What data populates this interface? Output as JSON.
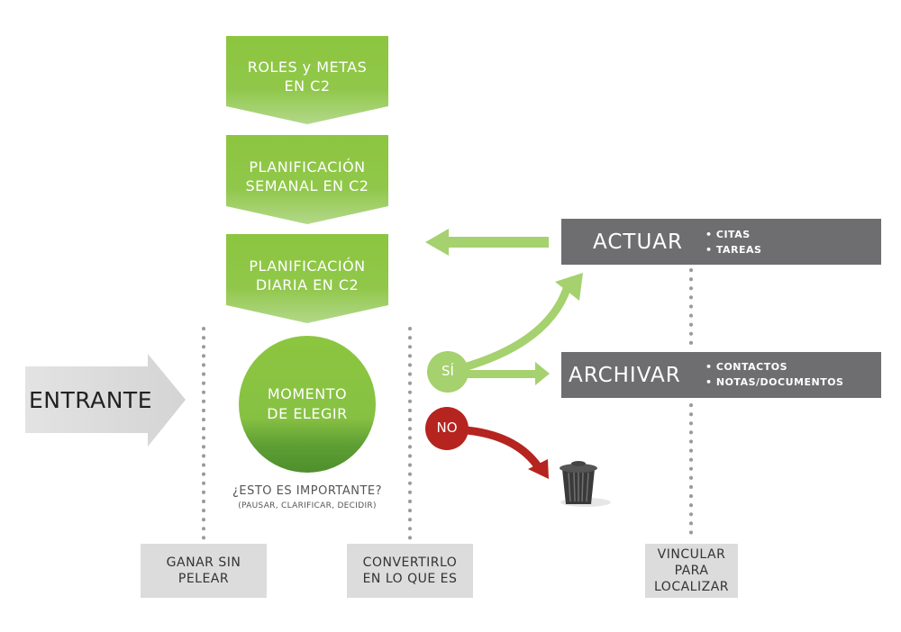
{
  "steps": [
    {
      "line1": "ROLES y METAS",
      "line2": "EN C2"
    },
    {
      "line1": "PLANIFICACIÓN",
      "line2": "SEMANAL EN C2"
    },
    {
      "line1": "PLANIFICACIÓN",
      "line2": "DIARIA EN C2"
    }
  ],
  "incoming": "ENTRANTE",
  "decision": {
    "line1": "MOMENTO",
    "line2": "DE ELEGIR"
  },
  "question": "¿ESTO ES IMPORTANTE?",
  "question_sub": "(PAUSAR, CLARIFICAR, DECIDIR)",
  "yes_label": "SÍ",
  "no_label": "NO",
  "act": {
    "title": "ACTUAR",
    "items": [
      "CITAS",
      "TAREAS"
    ]
  },
  "archive": {
    "title": "ARCHIVAR",
    "items": [
      "CONTACTOS",
      "NOTAS/DOCUMENTOS"
    ]
  },
  "phases": [
    {
      "line1": "GANAR SIN",
      "line2": "PELEAR"
    },
    {
      "line1": "CONVERTIRLO",
      "line2": "EN LO QUE ES"
    },
    {
      "line1": "VINCULAR",
      "line2": "PARA",
      "line3": "LOCALIZAR"
    }
  ],
  "colors": {
    "green": "#8cc63f",
    "dark_green": "#5a9a32",
    "red": "#b5241f",
    "dark_gray": "#6e6e70",
    "light_gray": "#dcdcdc",
    "arrow_gray": "#d9d9d9"
  }
}
